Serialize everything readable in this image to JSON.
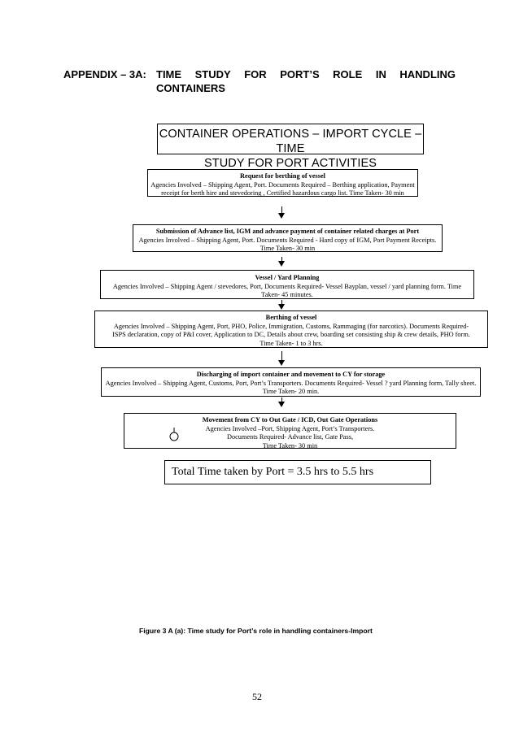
{
  "appendix": {
    "label": "APPENDIX – 3A:",
    "title_words": [
      "TIME",
      "STUDY",
      "FOR",
      "PORT’S",
      "ROLE",
      "IN",
      "HANDLING"
    ],
    "title_line2": "CONTAINERS"
  },
  "diagram_title": {
    "line1": "CONTAINER OPERATIONS – IMPORT CYCLE – TIME",
    "line2": "STUDY FOR PORT ACTIVITIES"
  },
  "steps": [
    {
      "heading": "Request for berthing  of vessel",
      "lines": [
        "Agencies Involved – Shipping Agent, Port.   Documents Required – Berthing application, Payment",
        "receipt for berth hire and stevedoring , Certified hazardous cargo list.   Time Taken- 30 min"
      ]
    },
    {
      "heading": "Submission of Advance list, IGM and advance payment of container related charges at Port",
      "lines": [
        "Agencies Involved – Shipping Agent, Port.  Documents Required - Hard copy of IGM, Port Payment Receipts.",
        "Time Taken- 30 min"
      ]
    },
    {
      "heading": "Vessel / Yard Planning",
      "lines": [
        "Agencies Involved – Shipping Agent / stevedores, Port,   Documents Required-  Vessel Bayplan, vessel / yard planning form.   Time",
        "Taken- 45 minutes."
      ]
    },
    {
      "heading": "Berthing  of vessel",
      "lines": [
        "Agencies Involved – Shipping Agent, Port, PHO, Police, Immigration, Customs, Rammaging (for narcotics).   Documents Required-",
        "ISPS declaration, copy of P&I cover, Application to DC, Details about crew, boarding set consisting ship & crew details, PHO form.",
        "Time Taken- 1 to 3 hrs."
      ]
    },
    {
      "heading": "Discharging of import container and movement to CY for storage",
      "lines": [
        "Agencies Involved – Shipping Agent, Customs, Port, Port’s Transporters.    Documents Required- Vessel ? yard Planning form, Tally sheet.",
        "Time Taken- 20 min."
      ]
    },
    {
      "heading": "Movement from CY to Out Gate / ICD, Out Gate Operations",
      "lines": [
        "Agencies Involved –Port, Shipping Agent, Port’s Transporters.",
        "Documents Required- Advance list, Gate Pass,",
        "Time Taken- 30 min"
      ]
    }
  ],
  "total": "Total Time taken by Port = 3.5 hrs to 5.5 hrs",
  "caption": "Figure 3 A (a): Time study for Port’s role in handling containers-Import",
  "page_number": "52"
}
